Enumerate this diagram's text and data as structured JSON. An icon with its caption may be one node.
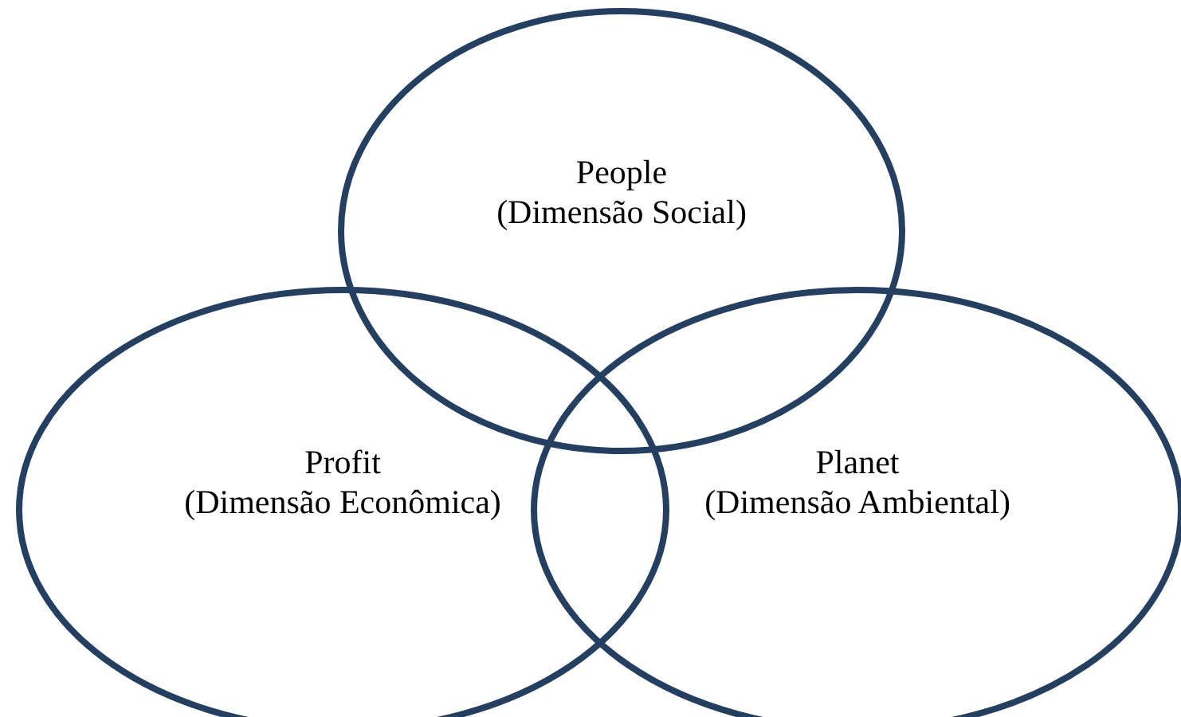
{
  "diagram": {
    "nodes": [
      {
        "text": [
          "People",
          "(Dimensão Social)"
        ]
      },
      {
        "text": [
          "Profit",
          "(Dimensão Econômica)"
        ]
      },
      {
        "text": [
          "Planet",
          "(Dimensão Ambiental)"
        ]
      }
    ]
  }
}
